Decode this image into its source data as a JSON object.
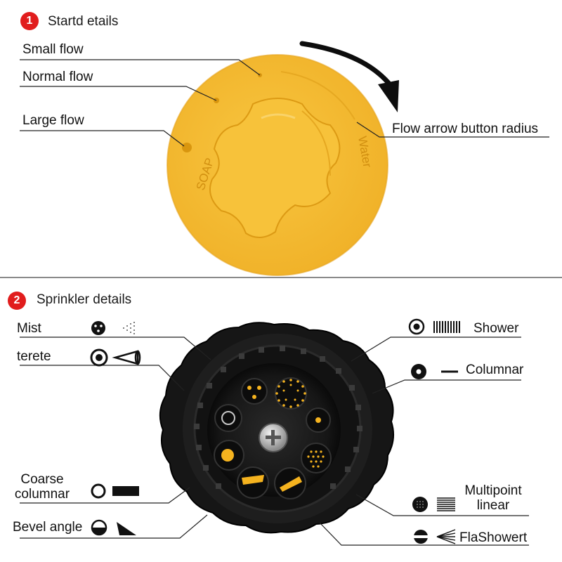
{
  "section1": {
    "number": "1",
    "title": "Startd etails",
    "labels": {
      "small_flow": "Small flow",
      "normal_flow": "Normal flow",
      "large_flow": "Large flow",
      "flow_arrow": "Flow arrow button radius"
    },
    "knob_text": {
      "soap": "SOAP",
      "water": "Water"
    }
  },
  "section2": {
    "number": "2",
    "title": "Sprinkler details",
    "labels": {
      "mist": "Mist",
      "terete": "terete",
      "coarse_columnar_1": "Coarse",
      "coarse_columnar_2": "columnar",
      "bevel_angle": "Bevel angle",
      "shower": "Shower",
      "columnar": "Columnar",
      "multipoint_1": "Multipoint",
      "multipoint_2": "linear",
      "flashowert": "FlaShowert"
    }
  },
  "colors": {
    "badge": "#e11d1d",
    "knob": "#f6bd34",
    "knob_shade": "#e9a81c",
    "nozzle": "#111111",
    "accent_dots": "#f5b31f",
    "line": "#222222"
  },
  "icons": [
    "mist-dots-icon",
    "mist-spray-icon",
    "terete-ring-icon",
    "terete-cone-icon",
    "coarse-ring-icon",
    "coarse-bar-icon",
    "bevel-half-icon",
    "bevel-wedge-icon",
    "shower-target-icon",
    "shower-grid-icon",
    "columnar-dot-icon",
    "columnar-line-icon",
    "multipoint-dots-icon",
    "multipoint-lines-icon",
    "flashower-half-icon",
    "flashower-fan-icon"
  ]
}
